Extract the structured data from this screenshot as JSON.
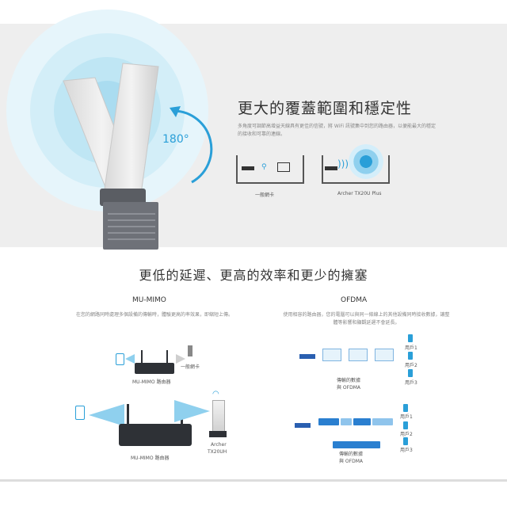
{
  "hero": {
    "rotation_label": "180°",
    "headline": "更大的覆蓋範圍和穩定性",
    "description": "多角度可調節高增益天線具有更佳的信號，將 WiFi 訊號集中到您的路由器，以便能最大的穩定的接收和可靠的連線。",
    "compare_left_caption": "一般網卡",
    "compare_right_caption": "Archer TX20U Plus"
  },
  "section2": {
    "title": "更低的延遲、更高的效率和更少的擁塞",
    "mumimo": {
      "title": "MU-MIMO",
      "description": "在您的網路同時處理多個設備的傳輸時，體驗更高的率效果，即縮短上傳。",
      "diagram1_router_label": "MU-MIMO 路由器",
      "diagram1_client_label": "一般網卡",
      "diagram2_router_label": "MU-MIMO 路由器",
      "diagram2_client_label1": "Archer",
      "diagram2_client_label2": "TX20UH"
    },
    "ofdma": {
      "title": "OFDMA",
      "description": "使用相容的路由器，您的電腦可以與同一條線上的其他設備同時接收數據，讓整體等影響和顯觀延遲不會延長。",
      "user1": "用戶1",
      "user2": "用戶2",
      "user3": "用戶3",
      "diagram1_caption1": "傳輸的數據",
      "diagram1_caption2": "與 OFDMA",
      "diagram2_caption1": "傳輸的數據",
      "diagram2_caption2": "與 OFDMA"
    }
  },
  "colors": {
    "accent": "#2a9fd8",
    "dark": "#333333",
    "background_top": "#eeeeee"
  }
}
